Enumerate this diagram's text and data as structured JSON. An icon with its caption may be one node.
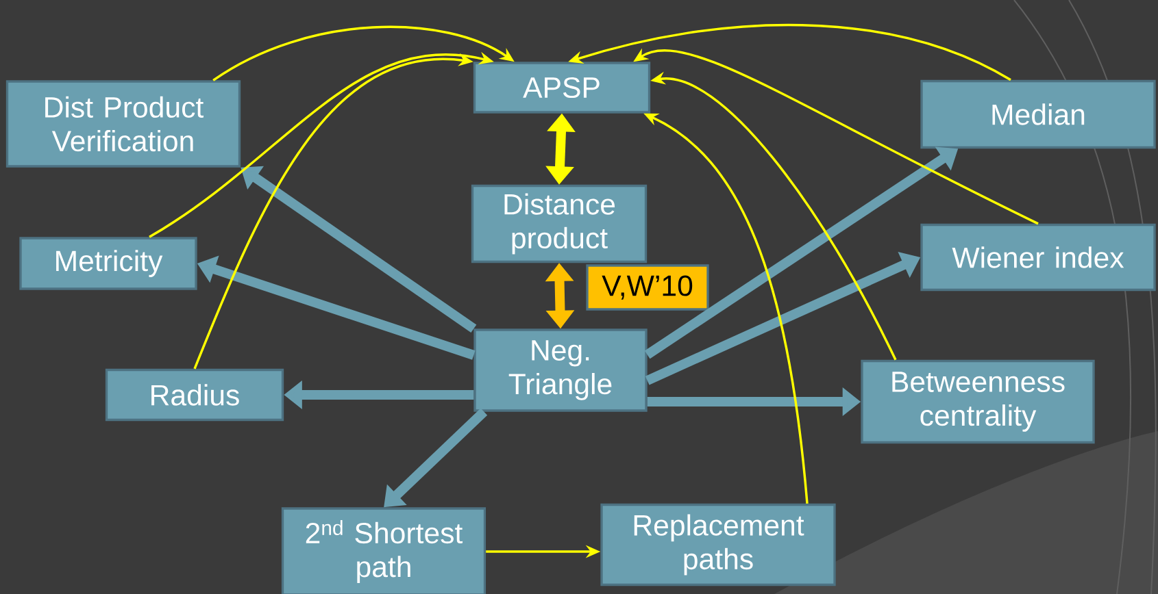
{
  "diagram": {
    "nodes": [
      {
        "text": [
          "APSP"
        ]
      },
      {
        "text": [
          "Dist Product Verification"
        ]
      },
      {
        "text": [
          "Median"
        ]
      },
      {
        "text": [
          "Distance product"
        ]
      },
      {
        "text": [
          "Metricity"
        ]
      },
      {
        "text": [
          "Wiener index"
        ]
      },
      {
        "text": [
          "V,W’10"
        ]
      },
      {
        "text": [
          "Neg. Triangle"
        ]
      },
      {
        "text": [
          "Radius"
        ]
      },
      {
        "text": [
          "Betweenness centrality"
        ]
      },
      {
        "text": [
          "2$^{nd}$ Shortest path"
        ]
      },
      {
        "text": [
          "Replacement paths"
        ]
      }
    ],
    "edges": [
      {
        "from": 0,
        "to": 3,
        "arrow": "both"
      },
      {
        "from": 3,
        "to": 7,
        "arrow": "both",
        "color": "#ffc000"
      },
      {
        "from": 7,
        "to": 1,
        "arrow": "to",
        "color": "#6a9fb0"
      },
      {
        "from": 7,
        "to": 4,
        "arrow": "to",
        "color": "#6a9fb0"
      },
      {
        "from": 7,
        "to": 8,
        "arrow": "to",
        "color": "#6a9fb0"
      },
      {
        "from": 7,
        "to": 10,
        "arrow": "to",
        "color": "#6a9fb0"
      },
      {
        "from": 7,
        "to": 2,
        "arrow": "to",
        "color": "#6a9fb0"
      },
      {
        "from": 7,
        "to": 5,
        "arrow": "to",
        "color": "#6a9fb0"
      },
      {
        "from": 7,
        "to": 9,
        "arrow": "to",
        "color": "#6a9fb0"
      },
      {
        "from": 10,
        "to": 11,
        "arrow": "to"
      },
      {
        "from": 1,
        "to": 0,
        "arrow": "to"
      },
      {
        "from": 4,
        "to": 0,
        "arrow": "to"
      },
      {
        "from": 8,
        "to": 0,
        "arrow": "to"
      },
      {
        "from": 2,
        "to": 0,
        "arrow": "to"
      },
      {
        "from": 5,
        "to": 0,
        "arrow": "to"
      },
      {
        "from": 9,
        "to": 0,
        "arrow": "to"
      },
      {
        "from": 11,
        "to": 0,
        "arrow": "to"
      }
    ]
  }
}
